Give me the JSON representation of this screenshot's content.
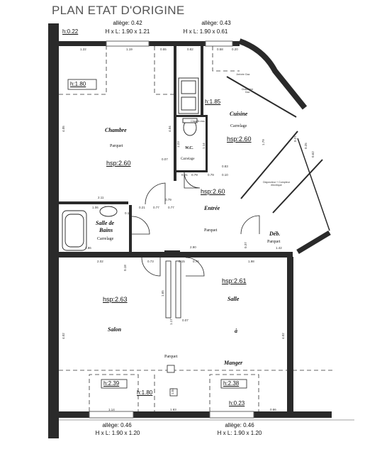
{
  "page_title": "PLAN ETAT D'ORIGINE",
  "rooms": {
    "chambre": {
      "name": "Chambre",
      "floor": "Parquet",
      "hsp": "hsp:2.60"
    },
    "cuisine": {
      "name": "Cuisine",
      "floor": "Carrelage",
      "hsp": "hsp:2.60"
    },
    "wc": {
      "name": "W.C.",
      "floor": "Carrelage"
    },
    "entree": {
      "name": "Entrée",
      "floor": "Parquet",
      "hsp": "hsp:2.60"
    },
    "sdb": {
      "name_line1": "Salle de",
      "name_line2": "Bains",
      "floor": "Carrelage"
    },
    "deb": {
      "name": "Déb.",
      "floor": "Parquet"
    },
    "salon": {
      "name": "Salon",
      "floor": "Parquet",
      "hsp": "hsp:2.63"
    },
    "salle_manger": {
      "name_line1": "Salle",
      "name_line2": "à",
      "name_line3": "Manger",
      "hsp": "hsp:2.61"
    }
  },
  "heights": {
    "h_022": "h:0.22",
    "h_180_chambre": "h:1.80",
    "h_185": "h:1.85",
    "h_239": "h:2.39",
    "h_180_salon": "h:1.80",
    "h_238": "h:2.38",
    "h_023": "h:0.23"
  },
  "windows": {
    "top_left": {
      "allege": "allège: 0.42",
      "size": "H x L: 1.90 x 1.21"
    },
    "top_right": {
      "allege": "allège: 0.43",
      "size": "H x L: 1.90 x 0.61"
    },
    "bottom_left": {
      "allege": "allège: 0.46",
      "size": "H x L: 1.90 x 1.20"
    },
    "bottom_right": {
      "allege": "allège: 0.46",
      "size": "H x L: 1.90 x 1.20"
    }
  },
  "annotations": {
    "arrivee_gaz": "Arrivée Gaz",
    "chaudiere_gaz": "Chaudière Gaz",
    "chauffe_eau": "Chauffe-eau",
    "disjoncteur": "Disjoncteur + Compteur électrique"
  },
  "dimensions": {
    "d122": "1.22",
    "d119": "1.19",
    "d055": "0.55",
    "d082": "0.82",
    "d058": "0.58",
    "d020": "0.20",
    "d405": "4.05",
    "d404": "4.04",
    "d211": "2.11",
    "d106": "1.06",
    "d021a": "0.21",
    "d077a": "0.77",
    "d012": "0.12",
    "d077b": "0.77",
    "d021b": "0.21",
    "d079a": "0.79",
    "d079b": "0.79",
    "d010": "0.10",
    "d083": "0.83",
    "d114": "1.14",
    "d123": "1.23",
    "d079c": "0.79",
    "d007a": "0.07",
    "d186": "1.86",
    "d290": "2.90",
    "d142": "1.42",
    "d202": "2.02",
    "d018": "0.18",
    "d073": "0.73",
    "d015": "0.15",
    "d075": "0.76",
    "d198": "1.98",
    "d165": "1.65",
    "d117": "1.17",
    "d007b": "0.07",
    "d402a": "4.02",
    "d402b": "4.02",
    "d114b": "1.14",
    "d183": "1.83",
    "d086": "0.86",
    "d104": "1.04",
    "d179": "1.79",
    "d037": "0.37",
    "d027": "0.27",
    "d025": "0.25",
    "d062": "0.62"
  }
}
